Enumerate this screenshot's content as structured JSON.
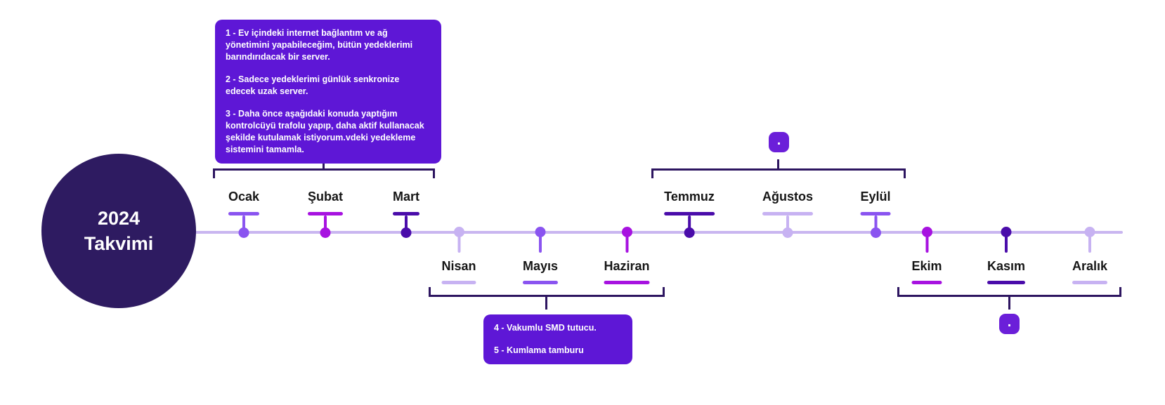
{
  "hero": {
    "title_line1": "2024",
    "title_line2": "Takvimi"
  },
  "timeline": {
    "months": [
      {
        "label": "Ocak",
        "side": "above",
        "theme": "violet"
      },
      {
        "label": "Şubat",
        "side": "above",
        "theme": "magenta"
      },
      {
        "label": "Mart",
        "side": "above",
        "theme": "indigo"
      },
      {
        "label": "Nisan",
        "side": "below",
        "theme": "lavender"
      },
      {
        "label": "Mayıs",
        "side": "below",
        "theme": "violet"
      },
      {
        "label": "Haziran",
        "side": "below",
        "theme": "magenta"
      },
      {
        "label": "Temmuz",
        "side": "above",
        "theme": "indigo"
      },
      {
        "label": "Ağustos",
        "side": "above",
        "theme": "lavender"
      },
      {
        "label": "Eylül",
        "side": "above",
        "theme": "violet"
      },
      {
        "label": "Ekim",
        "side": "below",
        "theme": "magenta"
      },
      {
        "label": "Kasım",
        "side": "below",
        "theme": "indigo"
      },
      {
        "label": "Aralık",
        "side": "below",
        "theme": "lavender"
      }
    ]
  },
  "annotations": {
    "q1_note": {
      "items": [
        "1 - Ev içindeki internet bağlantım ve ağ yönetimini yapabileceğim, bütün yedeklerimi barındırıdacak bir server.",
        "2 - Sadece yedeklerimi günlük senkronize edecek uzak server.",
        "3 - Daha önce aşağıdaki konuda yaptığım kontrolcüyü trafolu yapıp, daha aktif kullanacak şekilde kutulamak istiyorum.vdeki yedekleme sistemini tamamla."
      ]
    },
    "q2_note": {
      "items": [
        "4 - Vakumlu SMD tutucu.",
        "5 - Kumlama tamburu"
      ]
    },
    "q3_badge": ".",
    "q4_badge": "."
  },
  "colors": {
    "circle": "#2e1b61",
    "timeline": "#c9b6f0",
    "bracket": "#2d1560",
    "note_box": "#5e17d6",
    "badge": "#6b1fd9",
    "month_label": "#161616",
    "themes": {
      "violet": "#8a54f0",
      "magenta": "#a712e0",
      "indigo": "#4a0caa",
      "lavender": "#c7b2f2"
    }
  }
}
